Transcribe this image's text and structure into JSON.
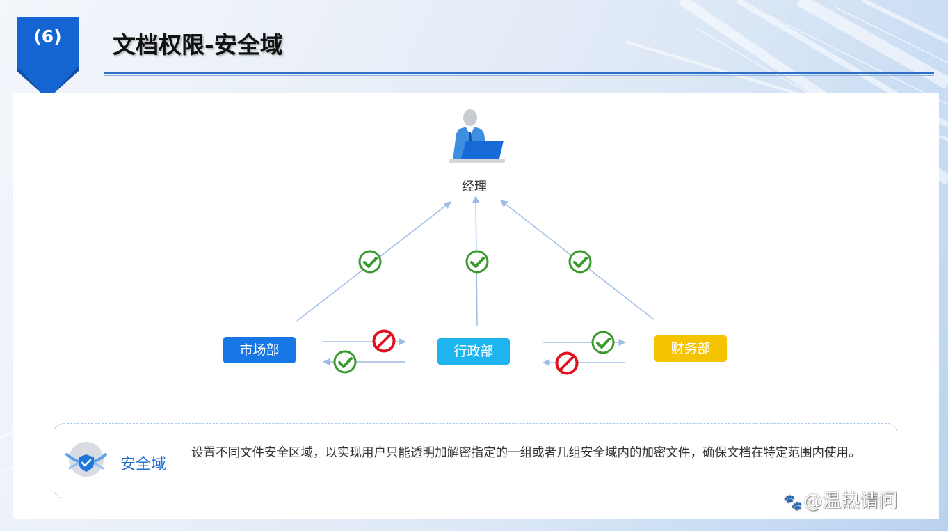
{
  "header": {
    "badge": "(6)",
    "title": "文档权限-安全域"
  },
  "diagram": {
    "manager": "经理",
    "departments": {
      "market": "市场部",
      "admin": "行政部",
      "finance": "财务部"
    },
    "colors": {
      "market": "#1677e5",
      "admin": "#1db4ef",
      "finance": "#f5c400",
      "allowed": "#3a9a2e",
      "denied": "#e0101e",
      "arrow": "#9dbce4"
    },
    "permissions": {
      "market_to_manager": "allowed",
      "admin_to_manager": "allowed",
      "finance_to_manager": "allowed",
      "market_to_admin": "denied",
      "admin_to_market": "allowed",
      "admin_to_finance": "allowed",
      "finance_to_admin": "denied"
    }
  },
  "info": {
    "title": "安全域",
    "description": "设置不同文件安全区域，以实现用户只能透明加解密指定的一组或者几组安全域内的加密文件，确保文档在特定范围内使用。"
  },
  "watermark": {
    "text": "@温热请问"
  }
}
